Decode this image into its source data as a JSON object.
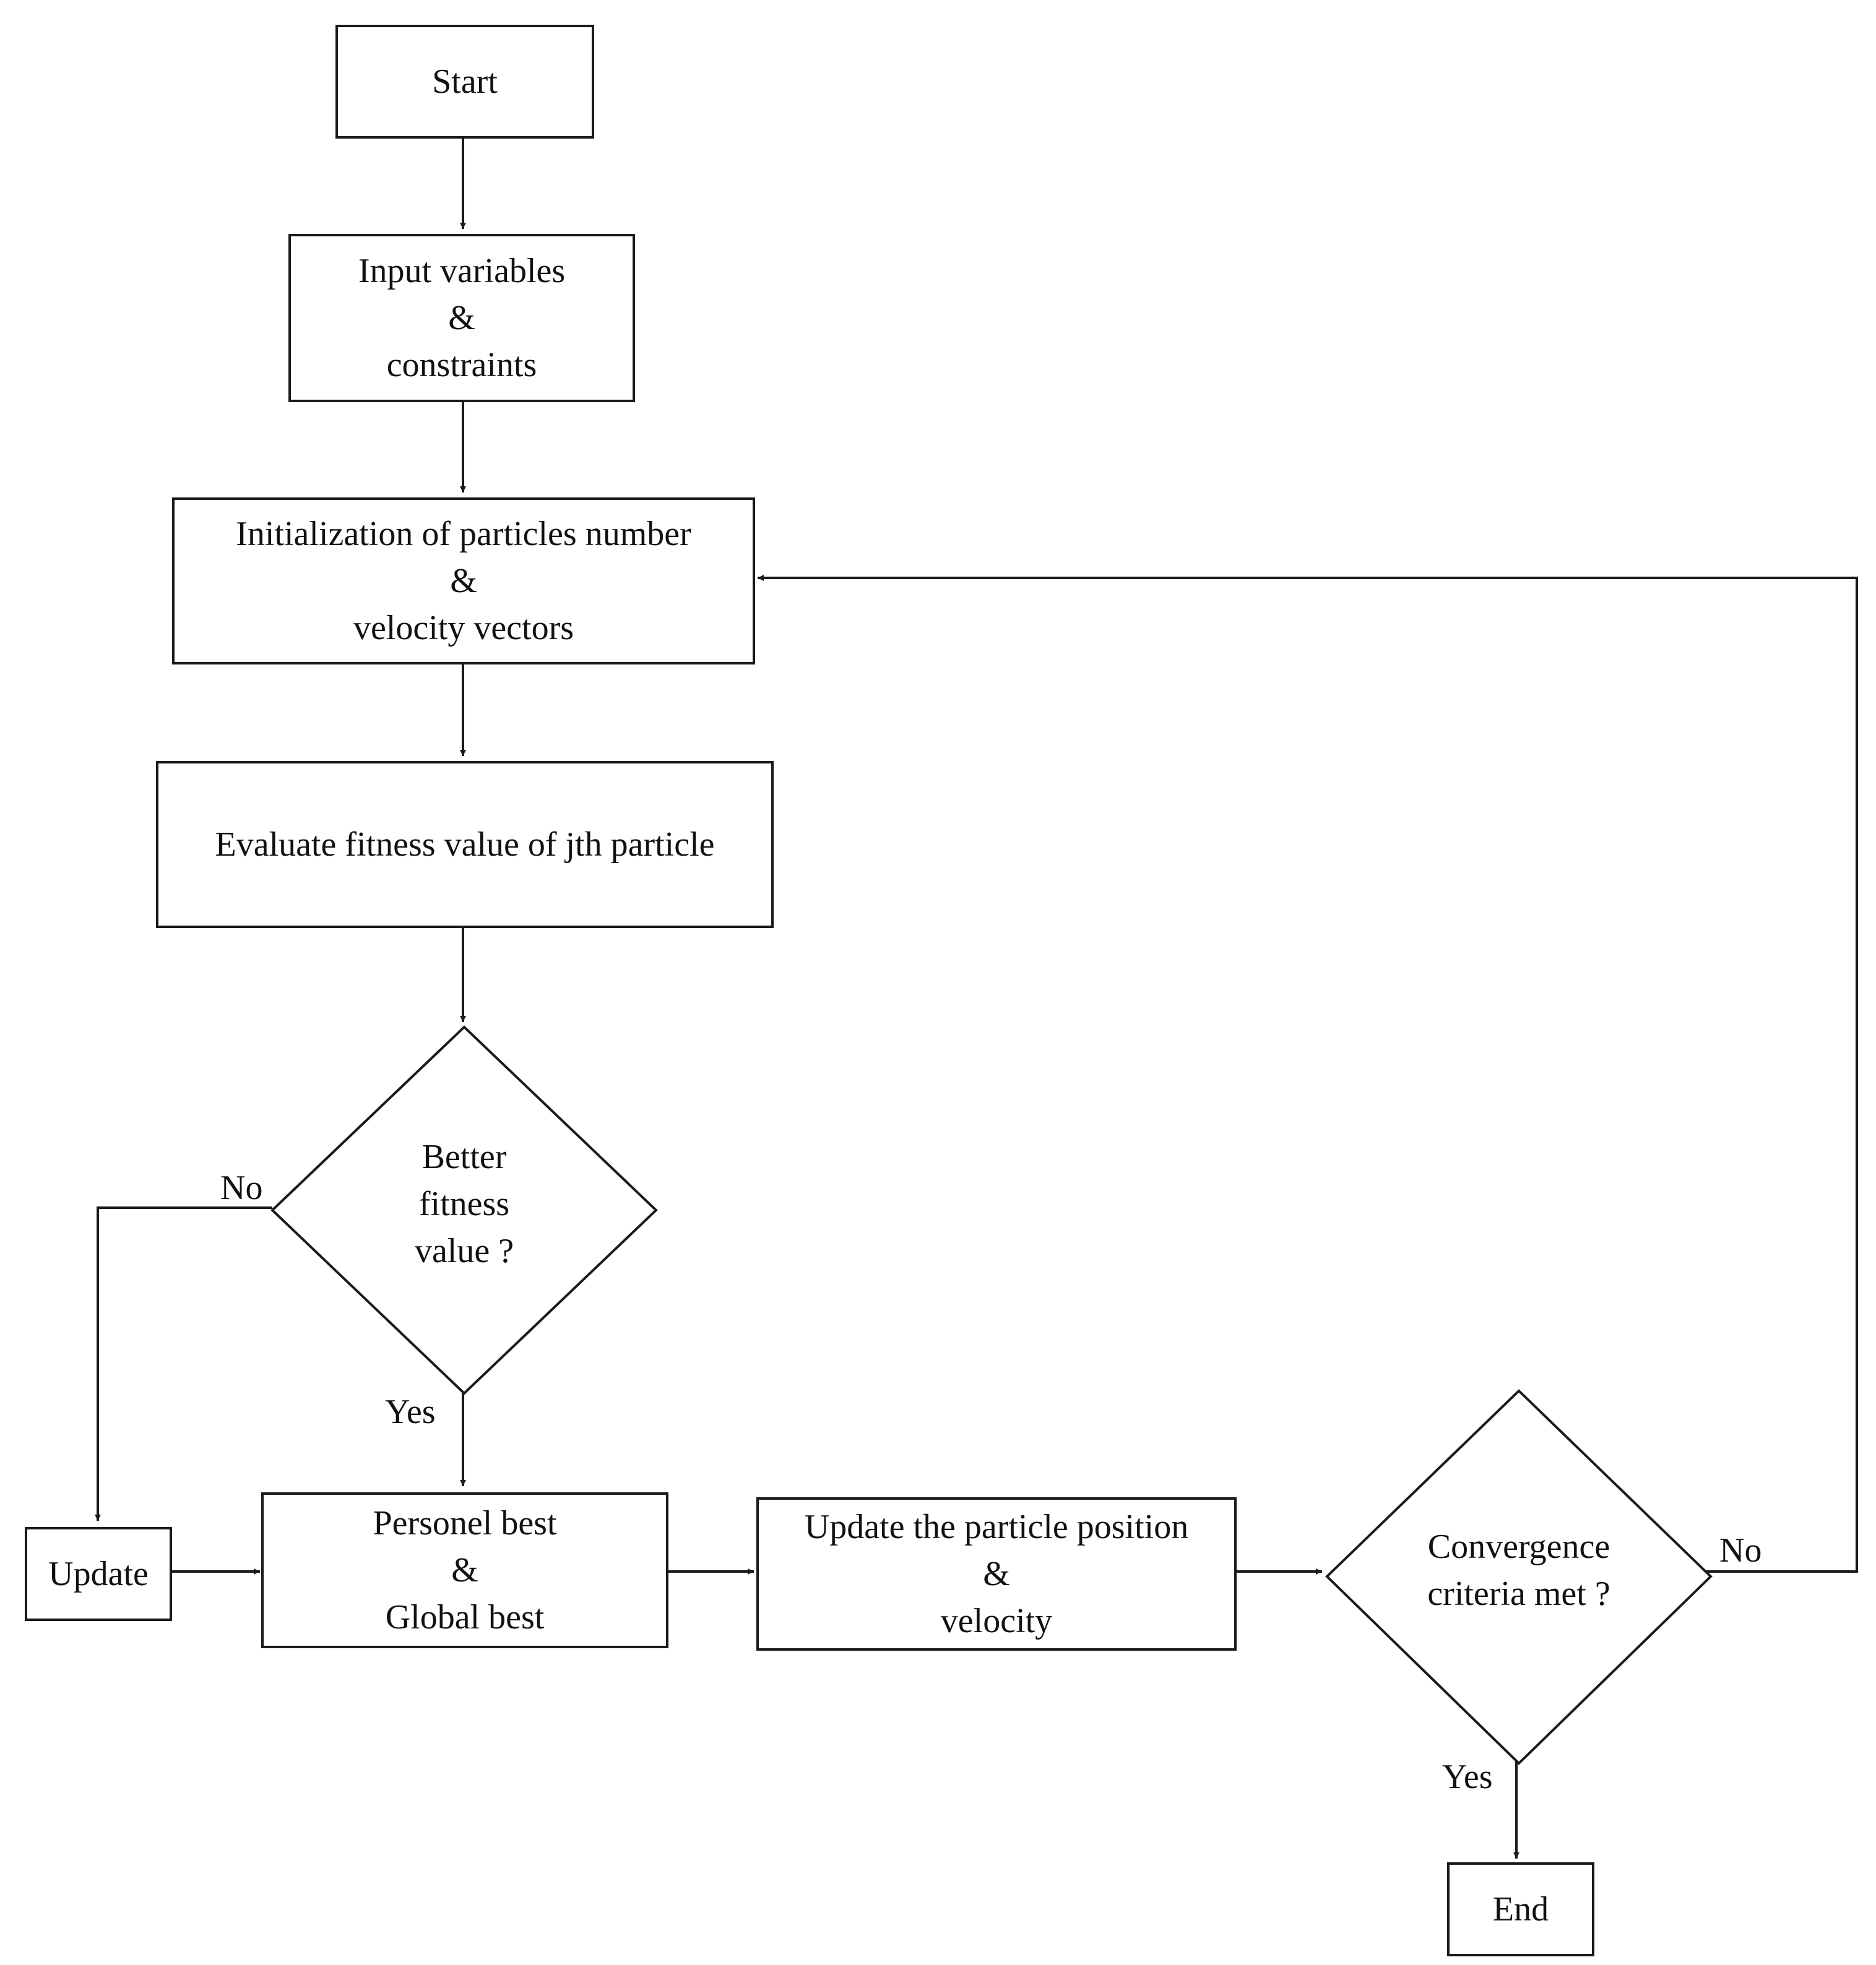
{
  "nodes": {
    "start": {
      "lines": [
        "Start"
      ]
    },
    "input": {
      "lines": [
        "Input variables",
        "&",
        "constraints"
      ]
    },
    "init": {
      "lines": [
        "Initialization of particles number",
        "&",
        "velocity vectors"
      ]
    },
    "evaluate": {
      "lines": [
        "Evaluate fitness value of jth particle"
      ]
    },
    "better": {
      "lines": [
        "Better",
        "fitness",
        "value ?"
      ]
    },
    "update": {
      "lines": [
        "Update"
      ]
    },
    "best": {
      "lines": [
        "Personel best",
        "&",
        "Global best"
      ]
    },
    "position": {
      "lines": [
        "Update the particle position",
        "&",
        "velocity"
      ]
    },
    "converge": {
      "lines": [
        "Convergence",
        "criteria met ?"
      ]
    },
    "end": {
      "lines": [
        "End"
      ]
    }
  },
  "edge_labels": {
    "better_no": "No",
    "better_yes": "Yes",
    "converge_no": "No",
    "converge_yes": "Yes"
  }
}
